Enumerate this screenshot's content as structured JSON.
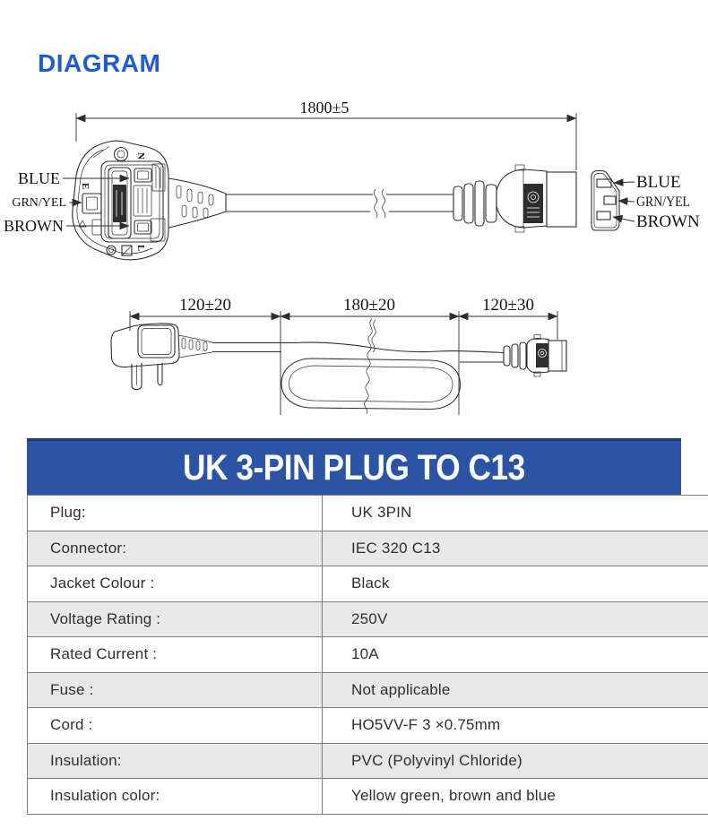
{
  "colors": {
    "title-blue": "#1f5bd2",
    "header-blue": "#2b54a4",
    "header-border": "#1b3c7e",
    "row-alt": "#e8e8e8",
    "table-border": "#7d7d7d",
    "line": "#2e2e2e"
  },
  "diagram": {
    "title": "DIAGRAM",
    "length_view": {
      "dimension_label": "1800±5",
      "left_wire_labels": [
        "BLUE",
        "GRN/YEL",
        "BROWN"
      ],
      "right_wire_labels": [
        "BLUE",
        "GRN/YEL",
        "BROWN"
      ],
      "plug_terminal_markings": [
        "N",
        "E",
        "L"
      ]
    },
    "folded_view": {
      "dimension_labels": [
        "120±20",
        "180±20",
        "120±30"
      ]
    }
  },
  "spec": {
    "header_title": "UK 3-PIN PLUG TO C13",
    "rows": [
      {
        "label": "Plug:",
        "value": "UK 3PIN"
      },
      {
        "label": "Connector:",
        "value": "IEC 320 C13"
      },
      {
        "label": "Jacket Colour :",
        "value": "Black"
      },
      {
        "label": "Voltage Rating :",
        "value": "250V"
      },
      {
        "label": "Rated Current :",
        "value": "10A"
      },
      {
        "label": "Fuse :",
        "value": "Not applicable"
      },
      {
        "label": "Cord :",
        "value": "HO5VV-F 3 ×0.75mm"
      },
      {
        "label": "Insulation:",
        "value": "PVC (Polyvinyl Chloride)"
      },
      {
        "label": "Insulation color:",
        "value": "Yellow green, brown and blue"
      }
    ]
  }
}
